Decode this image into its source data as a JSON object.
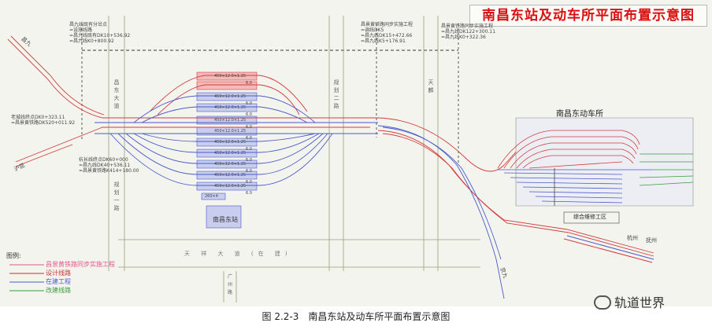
{
  "title": "南昌东站及动车所平面布置示意图",
  "caption": {
    "number": "图 2.2-3",
    "text": "南昌东站及动车所平面布置示意图"
  },
  "watermark": "轨道世界",
  "depot_label": "南昌东动车所",
  "station_label": "南昌东站",
  "maintenance_label": "综合维修工区",
  "legend": {
    "title": "图例:",
    "items": [
      {
        "label": "昌景黄铁路同步实施工程",
        "color": "#e05a8a"
      },
      {
        "label": "设计线路",
        "color": "#c83232"
      },
      {
        "label": "在建工程",
        "color": "#4a5ac8"
      },
      {
        "label": "改建线路",
        "color": "#3c9a3c"
      }
    ]
  },
  "annotations": {
    "nw": "昌九",
    "w": "沪昆",
    "east_top": "杭州",
    "east_bottom": "抚州",
    "south_road": "广州路",
    "south_rail": "京九"
  },
  "road_labels": [
    "天 祥 大 道 (在 建)"
  ],
  "vertical_roads": [
    {
      "text": "昌东大道"
    },
    {
      "text": "规划一路"
    },
    {
      "text": "规划二路"
    },
    {
      "text": "天麟"
    }
  ],
  "callouts": [
    {
      "lines": [
        "昌九线既有分岔点",
        "=设施线路",
        "=昌九线既有DK10+536.92",
        "=昌九线K0+800.92"
      ]
    },
    {
      "lines": [
        "昌景黄铁路同步实施工程",
        "=调线DK5",
        "=昌九线DK15+472.66",
        "=昌九线K5+176.91"
      ]
    },
    {
      "lines": [
        "昌景黄铁路同步实施工程",
        "=昌九线DK122+300.11",
        "=昌九线K0+322.36"
      ]
    },
    {
      "lines": [
        "老城线终点DK0+323.11",
        "=昌景黄铁路DK520+011.92"
      ]
    },
    {
      "lines": [
        "杭长线终点DK60+000",
        "=昌九线DK40+536.11",
        "=昌景黄铁路K414+180.00"
      ]
    }
  ],
  "platform_labels": [
    "450×12.0×1.25",
    "6.0",
    "450×12.0×1.25",
    "6.0",
    "450×12.0×1.25",
    "6.0",
    "450×12.0×1.25",
    "6.0",
    "450×12.0×1.25",
    "6.0",
    "450×12.0×1.25",
    "6.0",
    "450×12.0×1.25",
    "6.0",
    "450×12.0×1.25",
    "6.0",
    "450×12.0×1.25",
    "6.0",
    "450×12.0×1.25",
    "6.0",
    "260×4"
  ],
  "colors": {
    "red_line": "#d23c3c",
    "blue_line": "#4a5ac8",
    "green_line": "#3c9a3c",
    "title": "#d81010"
  }
}
